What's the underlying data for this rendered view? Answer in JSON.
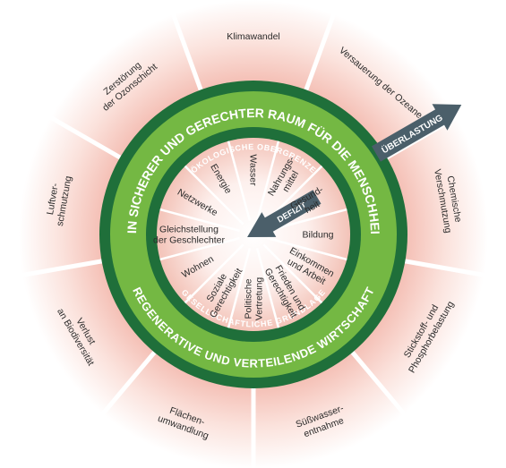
{
  "rings": {
    "outer_top": "ÖKOLOGISCHE OBERGRENZE",
    "outer_bottom": "GESELLSCHAFTLICHE GRUNDLAGE",
    "band_top": "EIN SICHERER UND GERECHTER RAUM FÜR DIE MENSCHHEIT",
    "band_bottom": "REGENERATIVE UND VERTEILENDE WIRTSCHAFT"
  },
  "arrows": {
    "overshoot": "ÜBERLASTUNG",
    "shortfall": "DEFIZIT"
  },
  "ceiling": [
    [
      "Klimawandel"
    ],
    [
      "Versauerung der Ozeane"
    ],
    [
      "Chemische",
      "Verschmutzung"
    ],
    [
      "Stickstoff- und",
      "Phosphorbelastung"
    ],
    [
      "Süßwasser-",
      "entnahme"
    ],
    [
      "Flächen-",
      "umwandlung"
    ],
    [
      "Verlust",
      "an Biodiversität"
    ],
    [
      "Luftver-",
      "schmutzung"
    ],
    [
      "Zerstörung",
      "der Ozonschicht"
    ]
  ],
  "foundation": [
    [
      "Wasser"
    ],
    [
      "Nahrungs-",
      "mittel"
    ],
    [
      "Gesund-",
      "heit"
    ],
    [
      "Bildung"
    ],
    [
      "Einkommen",
      "und Arbeit"
    ],
    [
      "Frieden und",
      "Gerechtigkeit"
    ],
    [
      "Politische",
      "Vertretung"
    ],
    [
      "Soziale",
      "Gerechtigkeit"
    ],
    [
      "Wohnen"
    ],
    [
      "Gleichstellung",
      "der Geschlechter"
    ],
    [
      "Netzwerke"
    ],
    [
      "Energie"
    ]
  ],
  "colors": {
    "dark_green": "#1f6f3a",
    "light_green": "#74b843",
    "outer_pink": "#f3b9ae",
    "inner_pink": "#f8d8d0",
    "arrow": "#4b5f6a"
  }
}
